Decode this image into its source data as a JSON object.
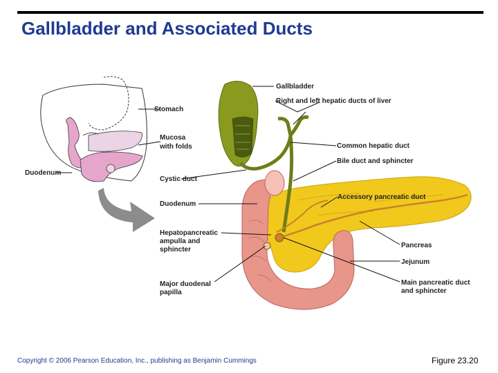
{
  "title": "Gallbladder and Associated Ducts",
  "copyright": "Copyright © 2006 Pearson Education, Inc., publishing as Benjamin Cummings",
  "figure": "Figure 23.20",
  "labels": {
    "stomach": "Stomach",
    "mucosa_line1": "Mucosa",
    "mucosa_line2": "with folds",
    "duodenum_left": "Duodenum",
    "cystic_duct": "Cystic duct",
    "duodenum": "Duodenum",
    "hepato_line1": "Hepatopancreatic",
    "hepato_line2": "ampulla and",
    "hepato_line3": "sphincter",
    "major_line1": "Major duodenal",
    "major_line2": "papilla",
    "gallbladder": "Gallbladder",
    "hepatic_ducts": "Right and left hepatic ducts of liver",
    "common_hepatic": "Common hepatic duct",
    "bile_duct": "Bile duct and sphincter",
    "accessory": "Accessory pancreatic duct",
    "pancreas": "Pancreas",
    "jejunum": "Jejunum",
    "main_line1": "Main pancreatic duct",
    "main_line2": "and sphincter"
  },
  "colors": {
    "title": "#1f3a8f",
    "gallbladder": "#8a9a1e",
    "duodenum": "#e8958a",
    "pancreas": "#f1c81c",
    "duct": "#c8822a",
    "inset_pink": "#e6a6cc",
    "arrow": "#8c8c8c"
  }
}
